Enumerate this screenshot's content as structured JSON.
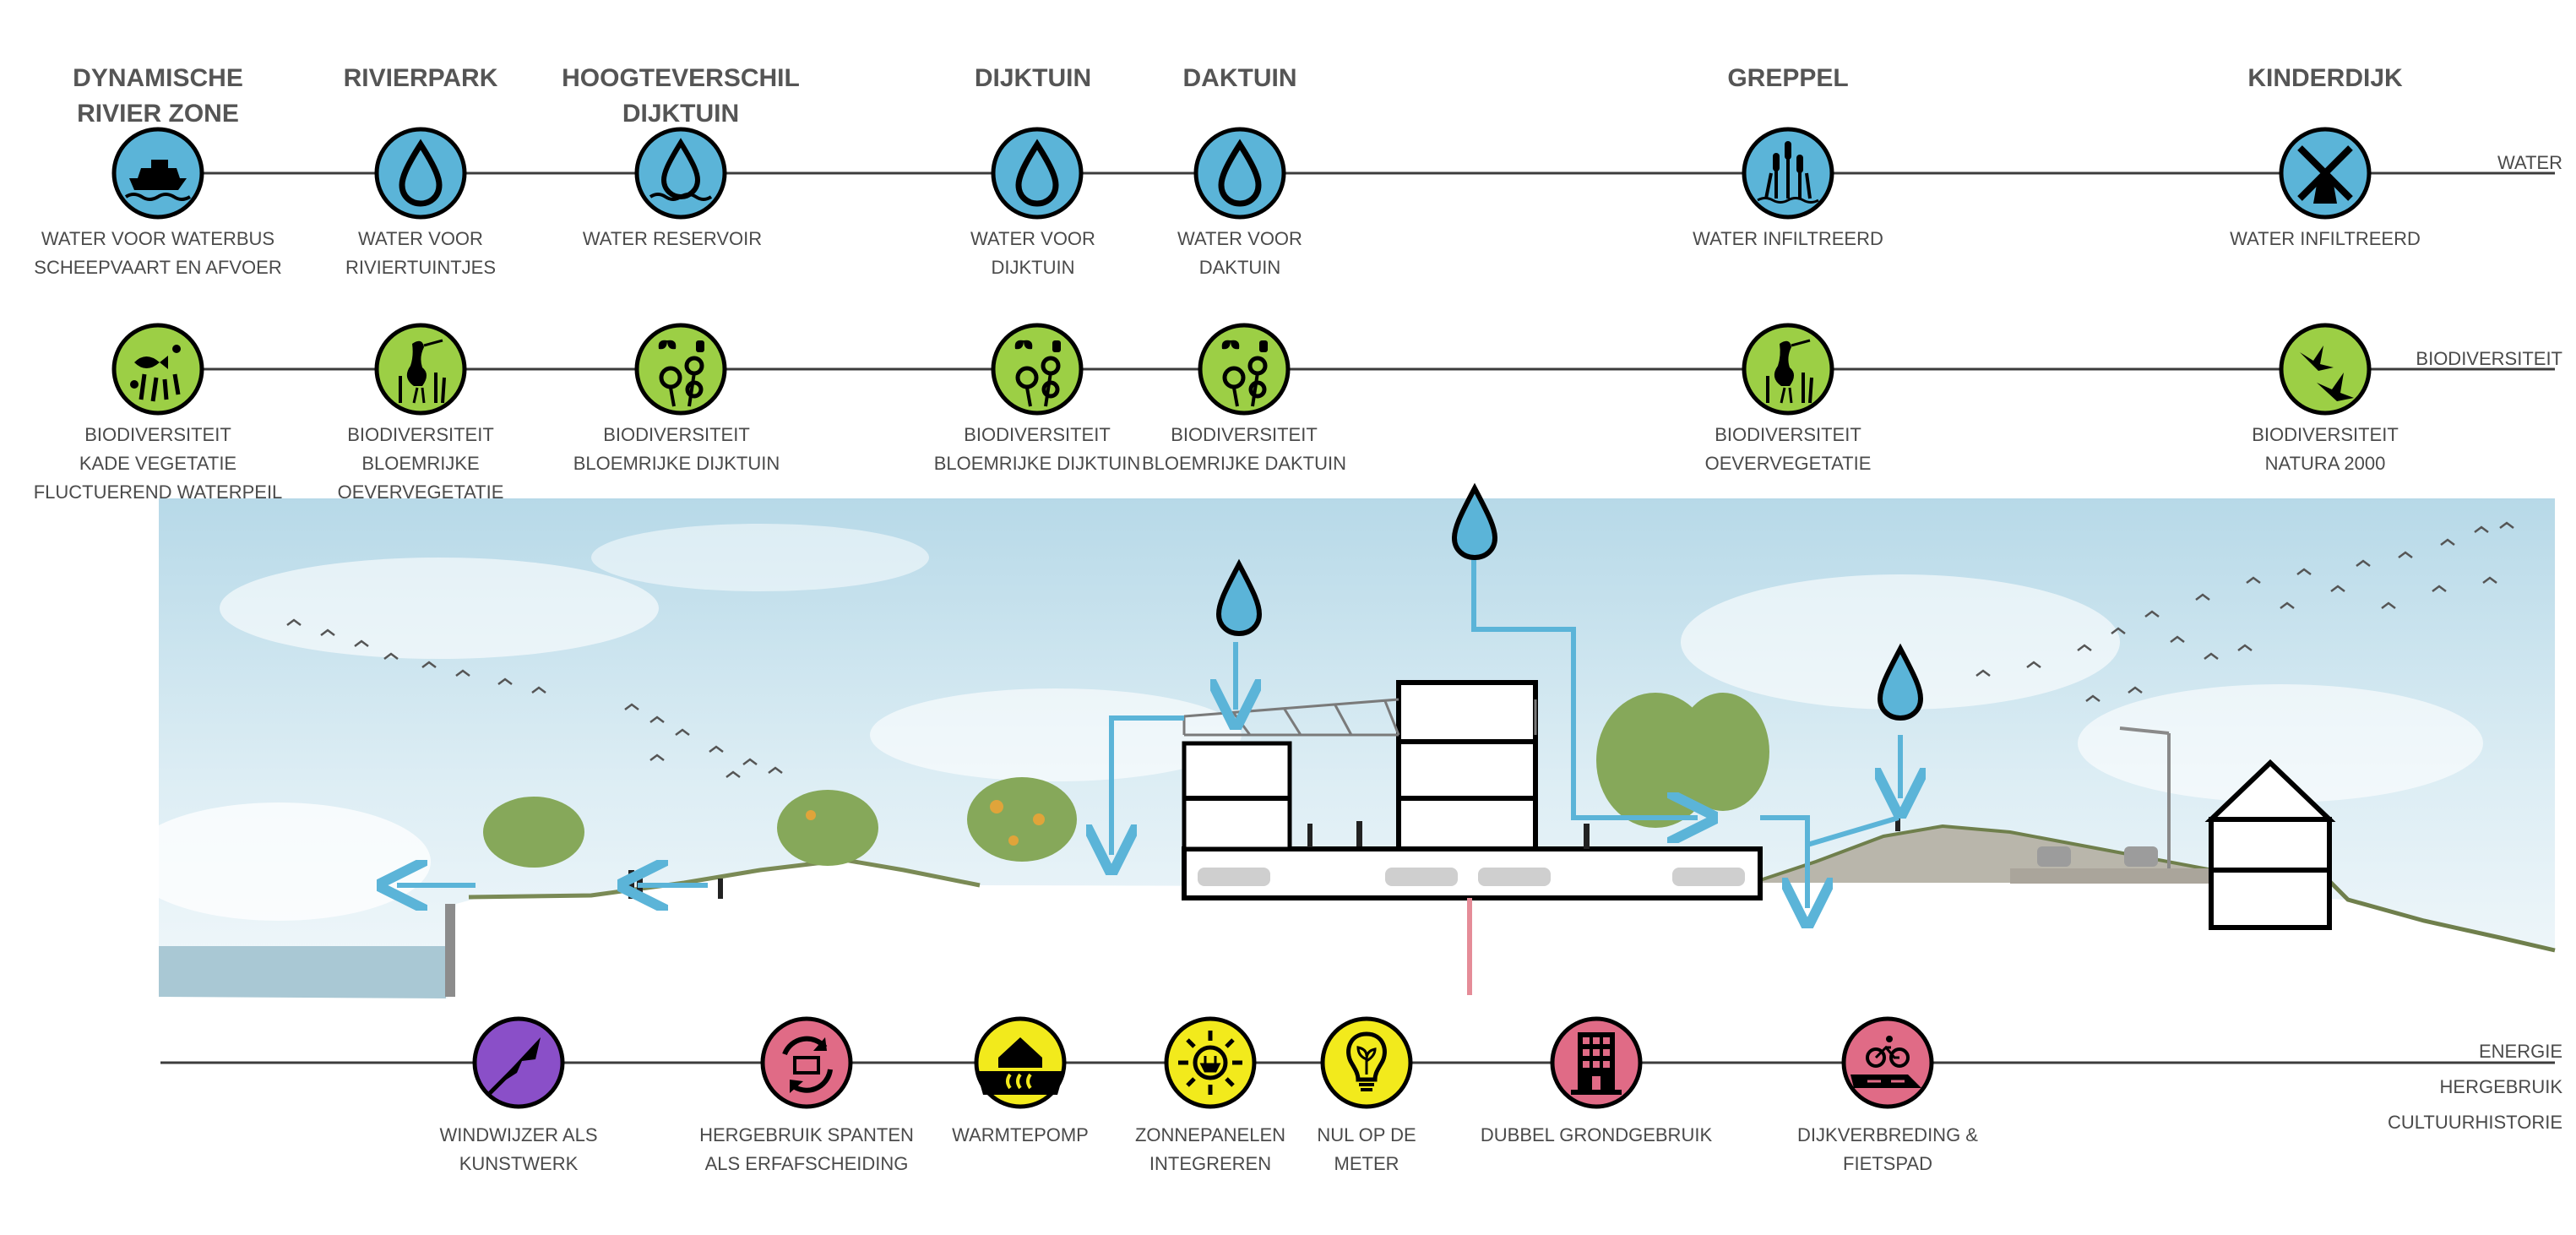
{
  "columns": [
    {
      "title": [
        "DYNAMISCHE",
        "RIVIER ZONE"
      ],
      "water": {
        "icon": "ship-icon",
        "caption": [
          "WATER VOOR WATERBUS",
          "SCHEEPVAART EN AFVOER"
        ]
      },
      "bio": {
        "icon": "fish-plants-icon",
        "caption": [
          "BIODIVERSITEIT",
          "KADE VEGETATIE",
          "FLUCTUEREND WATERPEIL"
        ]
      }
    },
    {
      "title": [
        "RIVIERPARK"
      ],
      "water": {
        "icon": "water-drop-icon",
        "caption": [
          "WATER VOOR",
          "RIVIERTUINTJES"
        ]
      },
      "bio": {
        "icon": "heron-icon",
        "caption": [
          "BIODIVERSITEIT",
          "BLOEMRIJKE",
          "OEVERVEGETATIE"
        ]
      }
    },
    {
      "title": [
        "HOOGTEVERSCHIL",
        "DIJKTUIN"
      ],
      "water": {
        "icon": "water-reservoir-icon",
        "caption": [
          "WATER RESERVOIR"
        ]
      },
      "bio": {
        "icon": "flowers-butterfly-icon",
        "caption": [
          "BIODIVERSITEIT",
          "BLOEMRIJKE DIJKTUIN"
        ]
      }
    },
    {
      "title": [
        "DIJKTUIN"
      ],
      "water": {
        "icon": "water-drop-icon",
        "caption": [
          "WATER VOOR",
          "DIJKTUIN"
        ]
      },
      "bio": {
        "icon": "flowers-butterfly-icon",
        "caption": [
          "BIODIVERSITEIT",
          "BLOEMRIJKE DIJKTUIN"
        ]
      }
    },
    {
      "title": [
        "DAKTUIN"
      ],
      "water": {
        "icon": "water-drop-icon",
        "caption": [
          "WATER VOOR",
          "DAKTUIN"
        ]
      },
      "bio": {
        "icon": "flowers-butterfly-icon",
        "caption": [
          "BIODIVERSITEIT",
          "BLOEMRIJKE DAKTUIN"
        ]
      }
    },
    {
      "title": [
        "GREPPEL"
      ],
      "water": {
        "icon": "reeds-icon",
        "caption": [
          "WATER INFILTREERD"
        ]
      },
      "bio": {
        "icon": "heron-icon",
        "caption": [
          "BIODIVERSITEIT",
          "OEVERVEGETATIE"
        ]
      }
    },
    {
      "title": [
        "KINDERDIJK"
      ],
      "water": {
        "icon": "windmill-icon",
        "caption": [
          "WATER INFILTREERD"
        ]
      },
      "bio": {
        "icon": "flying-birds-icon",
        "caption": [
          "BIODIVERSITEIT",
          "NATURA 2000"
        ]
      }
    }
  ],
  "bottom": [
    {
      "icon": "weathervane-icon",
      "color": "#8a4fc8",
      "caption": [
        "WINDWIJZER ALS",
        "KUNSTWERK"
      ]
    },
    {
      "icon": "recycle-icon",
      "color": "#e06b86",
      "caption": [
        "HERGEBRUIK SPANTEN",
        "ALS ERFAFSCHEIDING"
      ]
    },
    {
      "icon": "heat-pump-icon",
      "color": "#f2ea1c",
      "caption": [
        "WARMTEPOMP"
      ]
    },
    {
      "icon": "sun-plug-icon",
      "color": "#f2ea1c",
      "caption": [
        "ZONNEPANELEN",
        "INTEGREREN"
      ]
    },
    {
      "icon": "bulb-leaf-icon",
      "color": "#f2ea1c",
      "caption": [
        "NUL OP DE",
        "METER"
      ]
    },
    {
      "icon": "building-icon",
      "color": "#e06b86",
      "caption": [
        "DUBBEL GRONDGEBRUIK"
      ]
    },
    {
      "icon": "cyclist-icon",
      "color": "#e06b86",
      "caption": [
        "DIJKVERBREDING &",
        "FIETSPAD"
      ]
    }
  ],
  "row_labels": {
    "water": "WATER",
    "bio": "BIODIVERSITEIT",
    "energie": "ENERGIE",
    "hergebruik": "HERGEBRUIK",
    "cultuurhistorie": "CULTUURHISTORIE"
  },
  "colors": {
    "water_blue": "#5bb4d8",
    "bio_green": "#9ccf45",
    "energy_yellow": "#f2ea1c",
    "reuse_pink": "#e06b86",
    "art_purple": "#8a4fc8",
    "sky": "#cfe6f0",
    "line": "#3c3c3c"
  }
}
